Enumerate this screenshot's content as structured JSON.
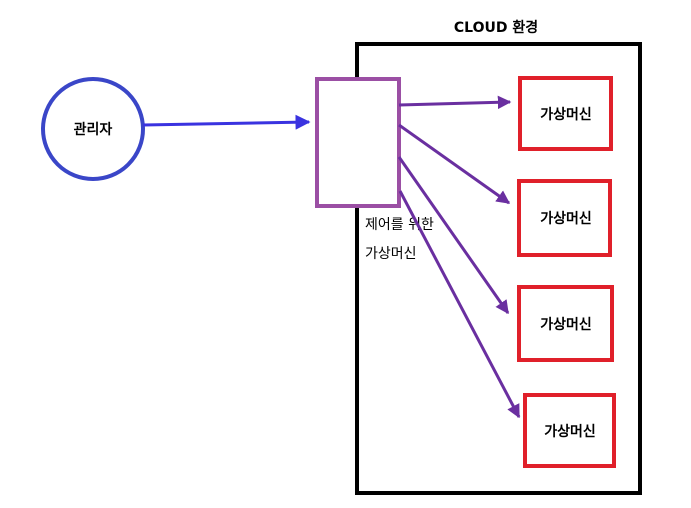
{
  "cloud": {
    "title": "CLOUD 환경"
  },
  "admin": {
    "label": "관리자"
  },
  "controller": {
    "caption_line1": "제어를 위한",
    "caption_line2": "가상머신"
  },
  "vms": [
    {
      "label": "가상머신"
    },
    {
      "label": "가상머신"
    },
    {
      "label": "가상머신"
    },
    {
      "label": "가상머신"
    }
  ],
  "colors": {
    "admin_circle": "#3a46c8",
    "admin_arrow": "#3a33e0",
    "controller_box": "#9b4fa4",
    "vm_arrows": "#6a2fa0",
    "vm_box": "#e0202a",
    "cloud_border": "#000000"
  }
}
